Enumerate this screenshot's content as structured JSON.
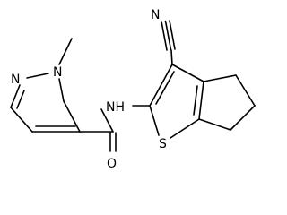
{
  "atom_labels": {
    "nitrile_n": "N",
    "pyrazole_n2": "N",
    "pyrazole_n1": "N",
    "amide_nh": "NH",
    "amide_o": "O",
    "thiophene_s": "S"
  },
  "colors": {
    "bond": "#000000",
    "label": "#000000",
    "background": "#ffffff"
  }
}
